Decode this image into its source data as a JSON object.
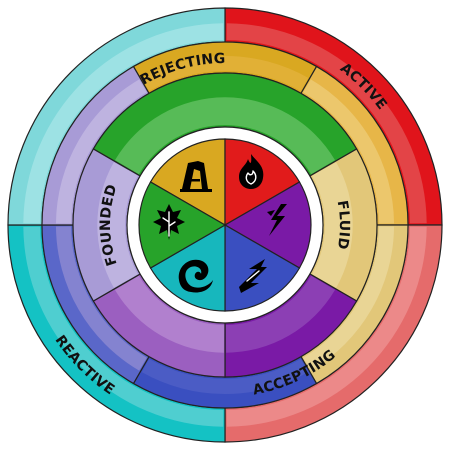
{
  "diagram": {
    "labels": {
      "active": "ACTIVE",
      "rejecting": "REJECTING",
      "founded": "FOUNDED",
      "fluid": "FLUID",
      "reactive": "REACTIVE",
      "accepting": "ACCEPTING"
    },
    "colors": {
      "outer_red": "#e0141b",
      "outer_red_light": "#e56b6b",
      "outer_cyan": "#14c2c4",
      "outer_cyan_light": "#7fd8da",
      "earth_gold": "#d9a821",
      "fire_red": "#e11b1b",
      "air_purple": "#7a1aa6",
      "wind_blue": "#3a4fc0",
      "water_cyan": "#17b7bd",
      "plant_green": "#27a32a",
      "ring_gold": "#e7b648",
      "ring_green": "#7fcf7b",
      "ring_tan": "#e2c779",
      "ring_purple": "#9b5fc0",
      "ring_blue": "#5a67c9",
      "ring_lavender": "#a89bd6"
    },
    "icons": {
      "earth": "earth-glyph-icon",
      "fire": "fire-glyph-icon",
      "air": "air-glyph-icon",
      "wind": "wind-glyph-icon",
      "water": "water-glyph-icon",
      "plant": "plant-glyph-icon"
    }
  }
}
